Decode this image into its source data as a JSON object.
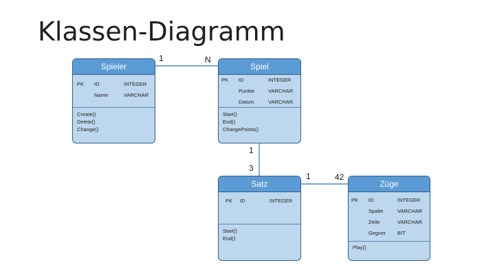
{
  "slide": {
    "title": "Klassen-Diagramm"
  },
  "colors": {
    "header_fill": "#5b9bd5",
    "body_fill": "#bdd7ee",
    "border": "#2e5f8a",
    "connector": "#2e75b6"
  },
  "classes": {
    "spieler": {
      "name": "Spieler",
      "attributes": [
        {
          "key": "PK",
          "name": "ID",
          "type": "INTEGER"
        },
        {
          "key": "",
          "name": "Name",
          "type": "VARCHAR"
        }
      ],
      "methods": [
        "Create()",
        "Delete()",
        "Change()"
      ]
    },
    "spiel": {
      "name": "Spiel",
      "attributes": [
        {
          "key": "PK",
          "name": "ID",
          "type": "INTEGER"
        },
        {
          "key": "",
          "name": "Punkte",
          "type": "VARCHAR"
        },
        {
          "key": "",
          "name": "Datum",
          "type": "VARCHAR"
        }
      ],
      "methods": [
        "Start()",
        "End()",
        "ChangePoints()"
      ]
    },
    "satz": {
      "name": "Satz",
      "attributes": [
        {
          "key": "PK",
          "name": "ID",
          "type": "INTEGER"
        }
      ],
      "methods": [
        "Start()",
        "End()"
      ]
    },
    "zuege": {
      "name": "Züge",
      "attributes": [
        {
          "key": "PK",
          "name": "ID",
          "type": "INTEGER"
        },
        {
          "key": "",
          "name": "Spalte",
          "type": "VARCHAR"
        },
        {
          "key": "",
          "name": "Zeile",
          "type": "VARCHAR"
        },
        {
          "key": "",
          "name": "Gegner",
          "type": "BIT"
        }
      ],
      "methods": [
        "Play()"
      ]
    }
  },
  "relations": {
    "spieler_spiel": {
      "from_mult": "1",
      "to_mult": "N"
    },
    "spiel_satz": {
      "from_mult": "1",
      "to_mult": "3"
    },
    "satz_zuege": {
      "from_mult": "1",
      "to_mult": "42"
    }
  }
}
